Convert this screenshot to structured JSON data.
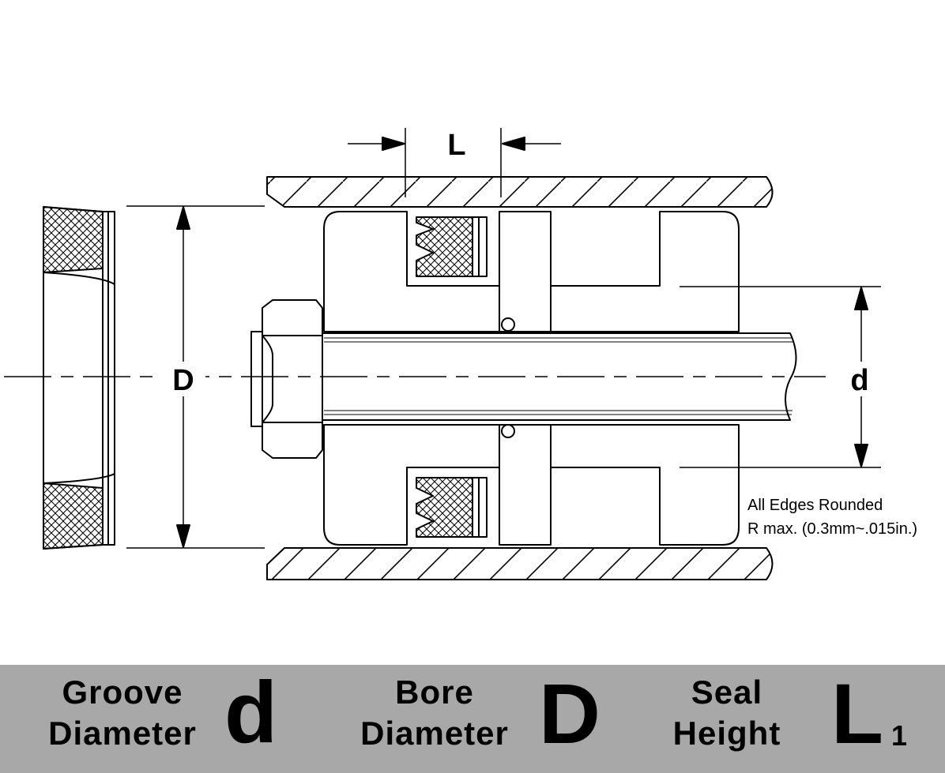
{
  "diagram": {
    "dim_L": "L",
    "dim_D": "D",
    "dim_d": "d",
    "note_line1": "All Edges Rounded",
    "note_line2": "R max. (0.3mm~.015in.)"
  },
  "legend": {
    "groove_line1": "Groove",
    "groove_line2": "Diameter",
    "groove_symbol": "d",
    "bore_line1": "Bore",
    "bore_line2": "Diameter",
    "bore_symbol": "D",
    "seal_line1": "Seal",
    "seal_line2": "Height",
    "seal_symbol": "L",
    "seal_subscript": "1"
  }
}
